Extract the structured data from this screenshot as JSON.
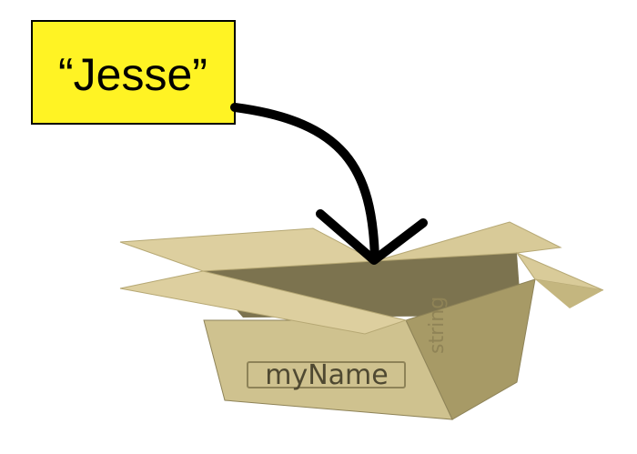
{
  "value_card": {
    "text": "“Jesse”",
    "fill_color": "#fff324"
  },
  "box": {
    "name_label": "myName",
    "type_label": "string",
    "colors": {
      "front": "#cfc28f",
      "side": "#a79a66",
      "inside": "#7c734f",
      "flap": "#ddcf9f",
      "flap_shadow": "#c4b67f",
      "outline": "#8e8358"
    }
  },
  "arrow": {
    "color": "#000000"
  }
}
